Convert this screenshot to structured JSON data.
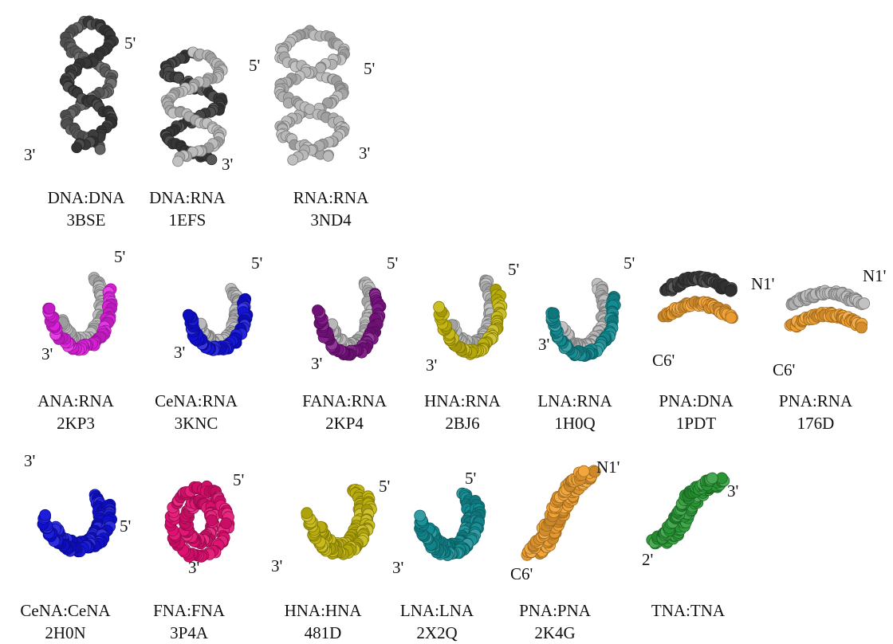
{
  "figure": {
    "colors": {
      "dark_grey": "#3a3a3a",
      "mid_grey": "#5a5a5a",
      "light_grey": "#b8b8b8",
      "magenta": "#e020e0",
      "blue": "#1010d8",
      "purple": "#7a1282",
      "olive_yellow": "#c4b60c",
      "teal": "#128c92",
      "orange": "#f0a030",
      "crimson": "#e01070",
      "green": "#2a9a36"
    },
    "structures": [
      {
        "id": "dna-dna",
        "name": "DNA:DNA",
        "pdb": "3BSE",
        "shape": "helix",
        "colors": [
          "dark_grey",
          "mid_grey"
        ],
        "end1": "5'",
        "end2": "3'"
      },
      {
        "id": "dna-rna",
        "name": "DNA:RNA",
        "pdb": "1EFS",
        "shape": "helix",
        "colors": [
          "light_grey",
          "dark_grey"
        ],
        "end1": "5'",
        "end2": "3'"
      },
      {
        "id": "rna-rna",
        "name": "RNA:RNA",
        "pdb": "3ND4",
        "shape": "helix",
        "colors": [
          "light_grey",
          "light_grey"
        ],
        "end1": "5'",
        "end2": "3'"
      },
      {
        "id": "ana-rna",
        "name": "ANA:RNA",
        "pdb": "2KP3",
        "shape": "c",
        "colors": [
          "magenta",
          "light_grey"
        ],
        "end1": "5'",
        "end2": "3'"
      },
      {
        "id": "cena-rna",
        "name": "CeNA:RNA",
        "pdb": "3KNC",
        "shape": "c",
        "colors": [
          "blue",
          "light_grey"
        ],
        "end1": "5'",
        "end2": "3'"
      },
      {
        "id": "fana-rna",
        "name": "FANA:RNA",
        "pdb": "2KP4",
        "shape": "c",
        "colors": [
          "purple",
          "light_grey"
        ],
        "end1": "5'",
        "end2": "3'"
      },
      {
        "id": "hna-rna",
        "name": "HNA:RNA",
        "pdb": "2BJ6",
        "shape": "c",
        "colors": [
          "olive_yellow",
          "light_grey"
        ],
        "end1": "5'",
        "end2": "3'"
      },
      {
        "id": "lna-rna",
        "name": "LNA:RNA",
        "pdb": "1H0Q",
        "shape": "c",
        "colors": [
          "teal",
          "light_grey"
        ],
        "end1": "5'",
        "end2": "3'"
      },
      {
        "id": "pna-dna",
        "name": "PNA:DNA",
        "pdb": "1PDT",
        "shape": "kidney",
        "colors": [
          "orange",
          "dark_grey"
        ],
        "end1": "N1'",
        "end2": "C6'"
      },
      {
        "id": "pna-rna",
        "name": "PNA:RNA",
        "pdb": "176D",
        "shape": "kidney",
        "colors": [
          "orange",
          "light_grey"
        ],
        "end1": "N1'",
        "end2": "C6'"
      },
      {
        "id": "cena-cena",
        "name": "CeNA:CeNA",
        "pdb": "2H0N",
        "shape": "c",
        "colors": [
          "blue",
          "blue"
        ],
        "end1": "3'",
        "end2": "5'"
      },
      {
        "id": "fna-fna",
        "name": "FNA:FNA",
        "pdb": "3P4A",
        "shape": "blob",
        "colors": [
          "crimson",
          "crimson"
        ],
        "end1": "5'",
        "end2": "3'"
      },
      {
        "id": "hna-hna",
        "name": "HNA:HNA",
        "pdb": "481D",
        "shape": "c",
        "colors": [
          "olive_yellow",
          "olive_yellow"
        ],
        "end1": "5'",
        "end2": "3'"
      },
      {
        "id": "lna-lna",
        "name": "LNA:LNA",
        "pdb": "2X2Q",
        "shape": "c",
        "colors": [
          "teal",
          "teal"
        ],
        "end1": "5'",
        "end2": "3'"
      },
      {
        "id": "pna-pna",
        "name": "PNA:PNA",
        "pdb": "2K4G",
        "shape": "tilt",
        "colors": [
          "orange",
          "orange"
        ],
        "end1": "N1'",
        "end2": "C6'"
      },
      {
        "id": "tna-tna",
        "name": "TNA:TNA",
        "pdb": "",
        "shape": "tilt",
        "colors": [
          "green",
          "green"
        ],
        "end1": "3'",
        "end2": "2'"
      }
    ]
  }
}
